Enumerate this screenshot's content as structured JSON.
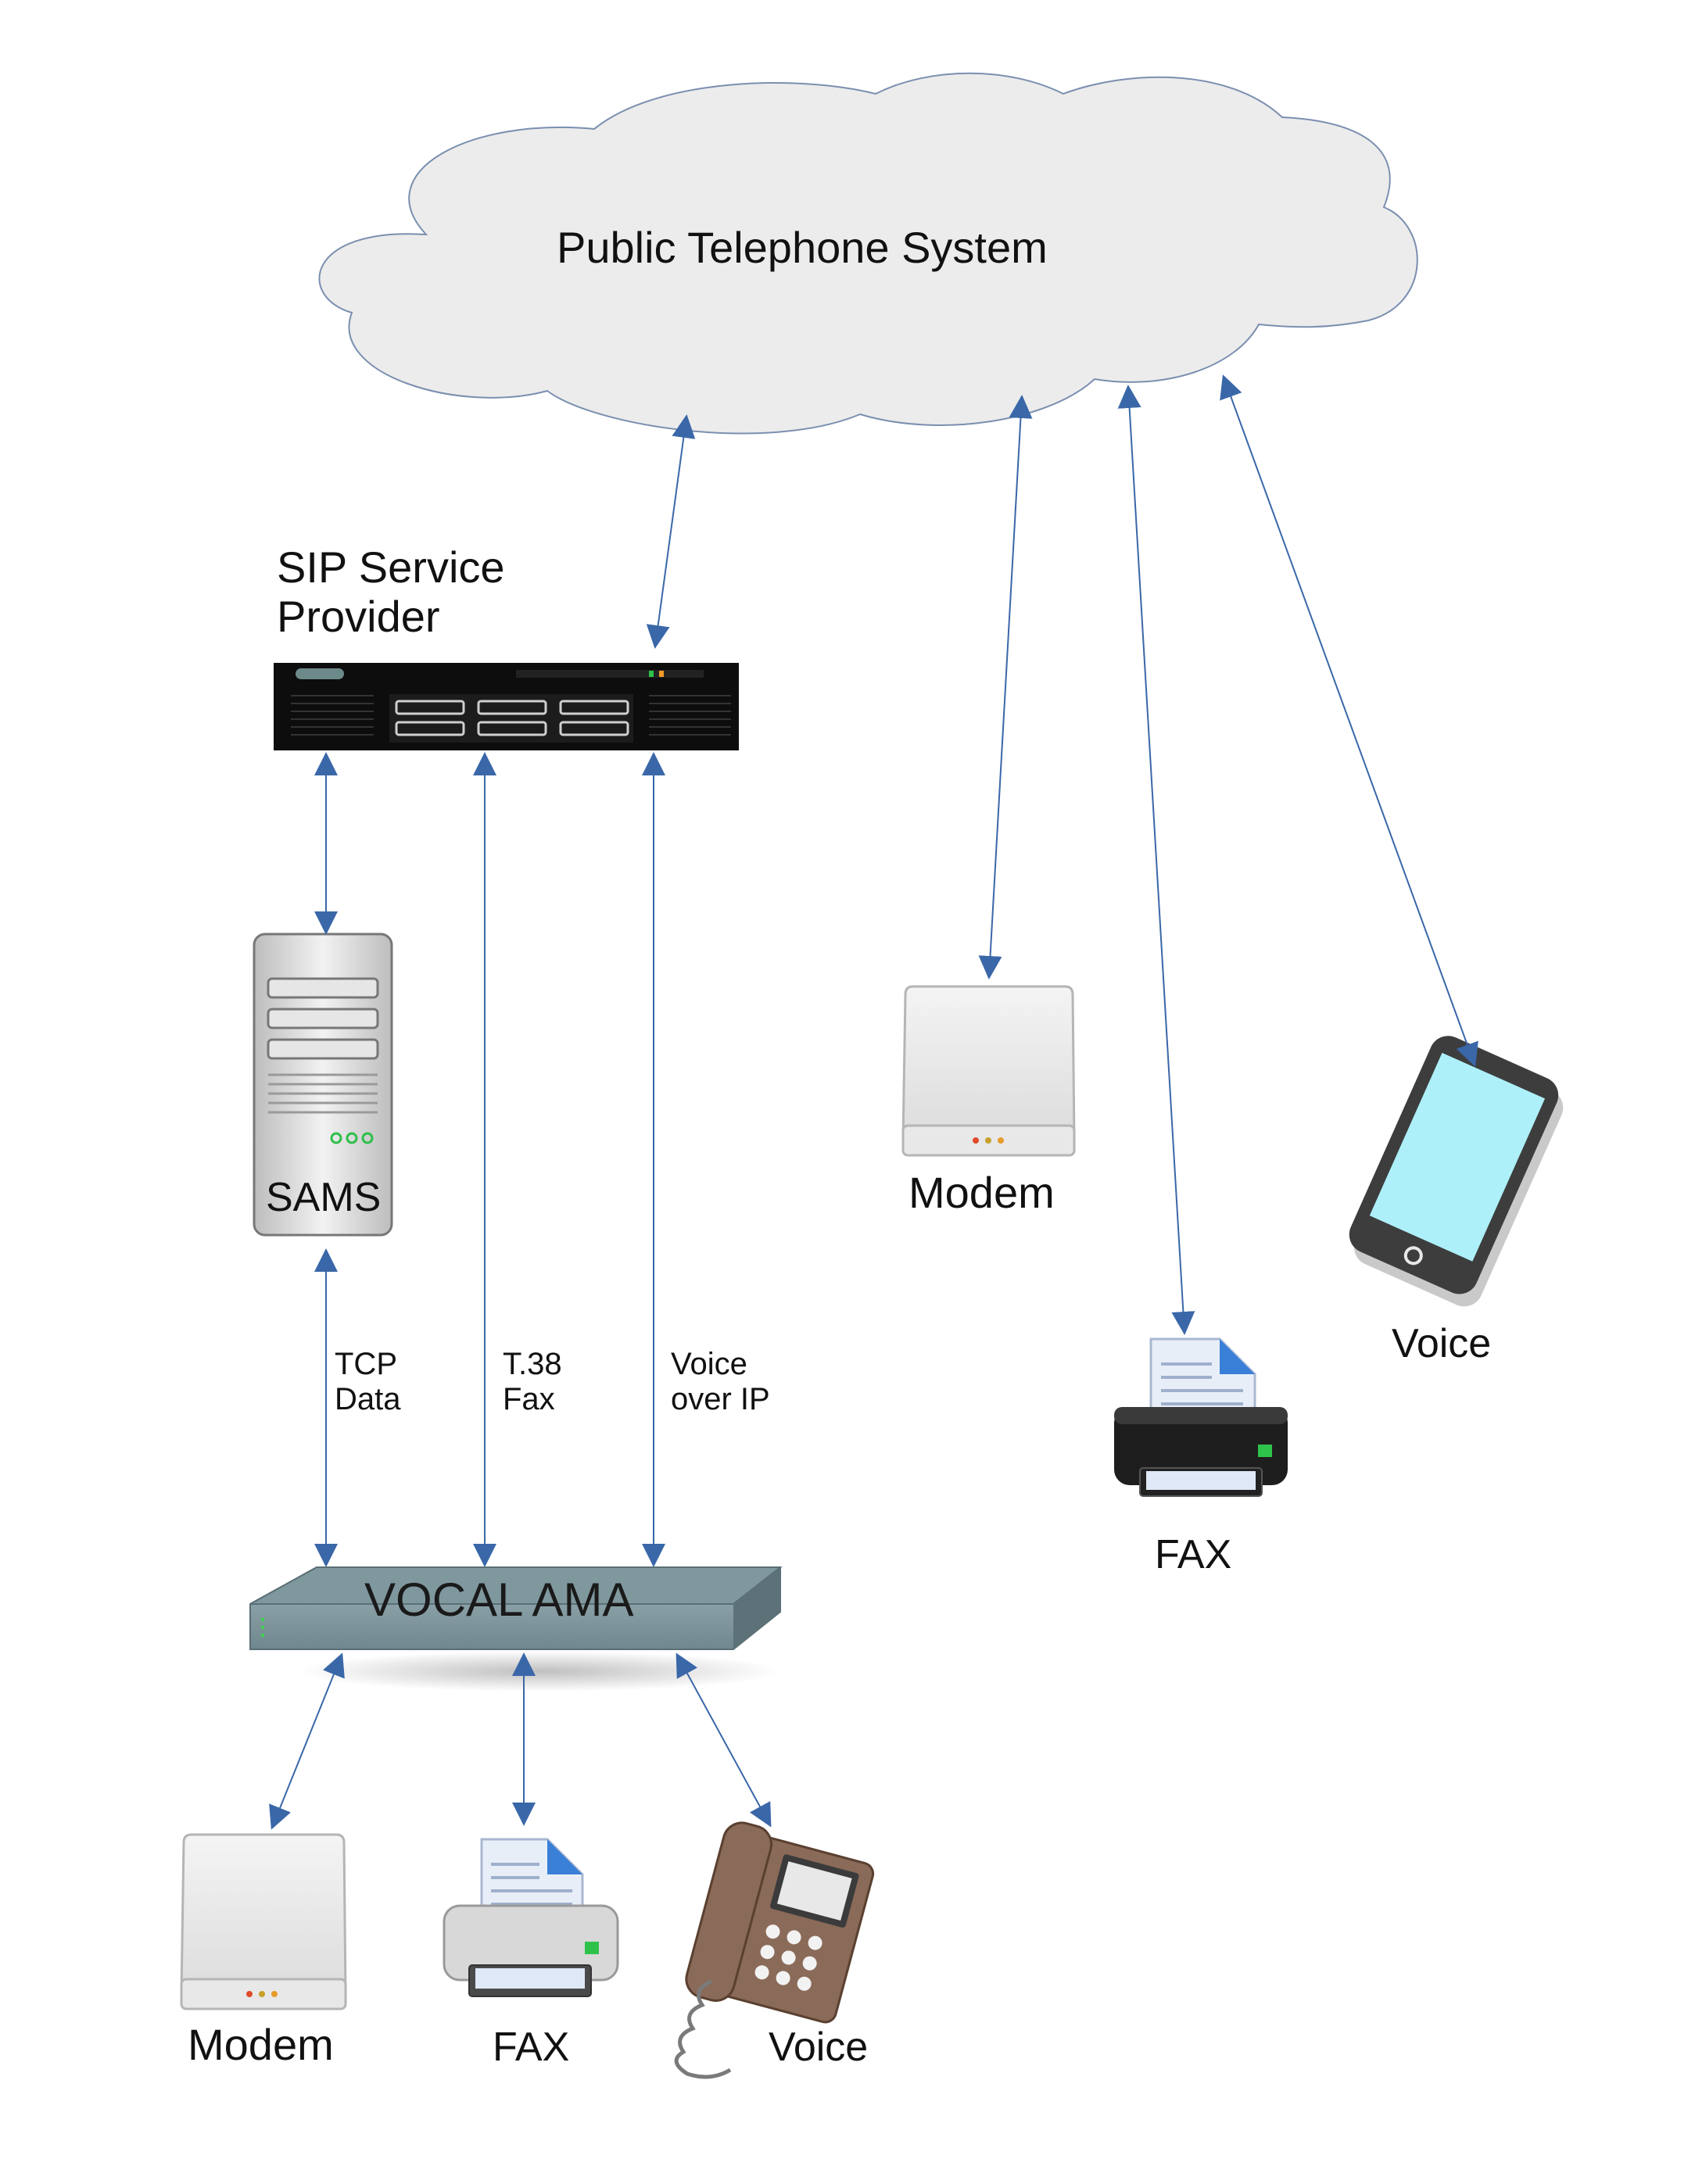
{
  "cloud": {
    "label": "Public Telephone System"
  },
  "sip_provider": {
    "label": "SIP Service\nProvider"
  },
  "sams_server": {
    "label": "SAMS"
  },
  "vocal_ama": {
    "label": "VOCAL AMA"
  },
  "links": {
    "tcp": "TCP\nData",
    "t38": "T.38\nFax",
    "voip": "Voice\nover IP"
  },
  "pstn_devices": {
    "modem": "Modem",
    "fax": "FAX",
    "voice": "Voice"
  },
  "local_devices": {
    "modem": "Modem",
    "fax": "FAX",
    "voice": "Voice"
  },
  "colors": {
    "arrow": "#3a67a8",
    "cloud_fill": "#ececec",
    "cloud_stroke": "#7a8fb0",
    "screen": "#aef0fa",
    "phone_body": "#8a6a58"
  }
}
